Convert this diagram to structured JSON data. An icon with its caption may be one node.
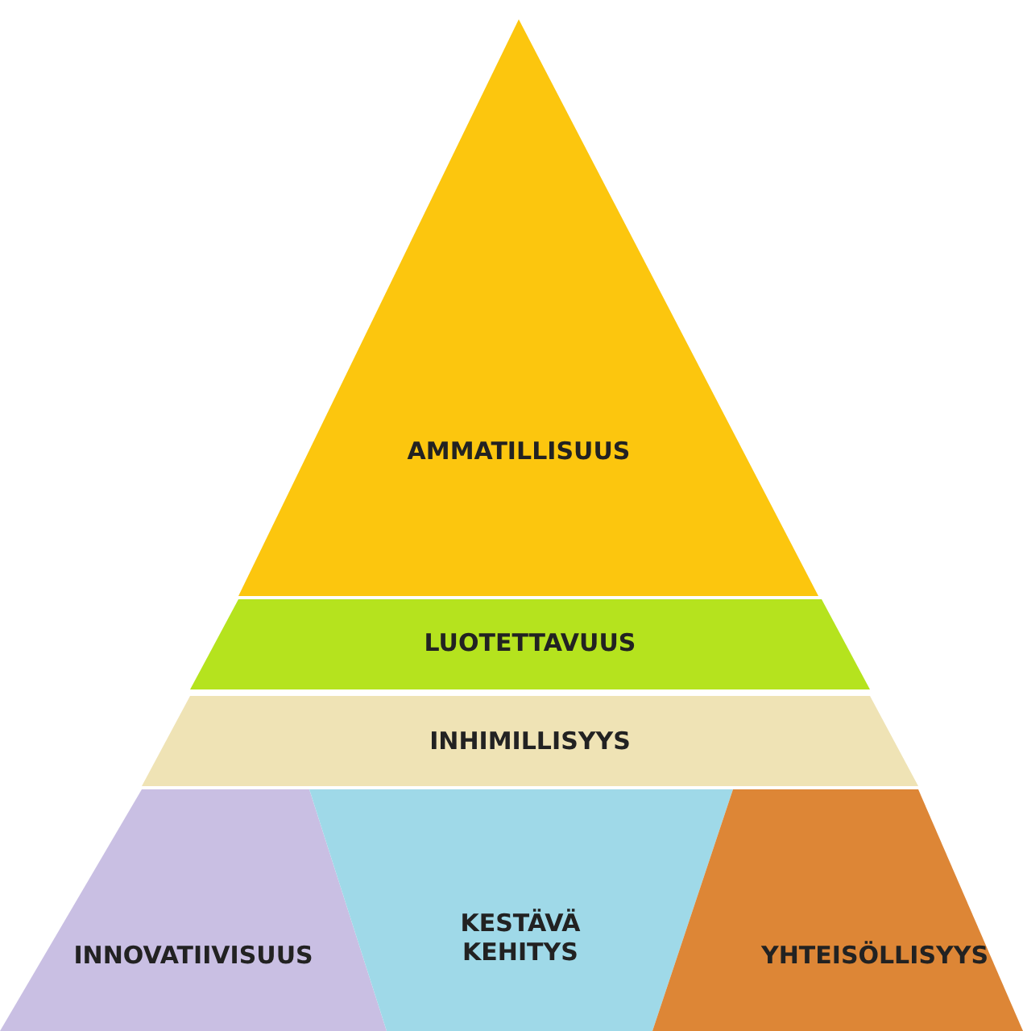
{
  "diagram": {
    "nodes": [
      {
        "text": [
          "AMMATILLISUUS"
        ]
      },
      {
        "text": [
          "LUOTETTAVUUS"
        ]
      },
      {
        "text": [
          "INHIMILLISYYS"
        ]
      },
      {
        "text": [
          "INNOVATIIVISUUS"
        ]
      },
      {
        "text": [
          "KESTÄVÄ KEHITYS"
        ]
      },
      {
        "text": [
          "YHTEISÖLLISYYS"
        ]
      }
    ]
  }
}
